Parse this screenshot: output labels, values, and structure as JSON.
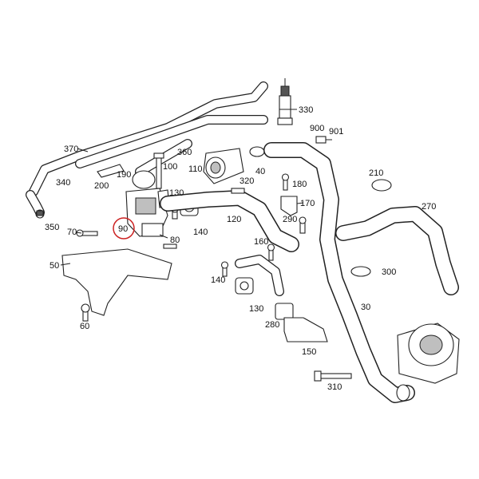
{
  "labels": {
    "p30": "30",
    "p40": "40",
    "p50": "50",
    "p60": "60",
    "p70": "70",
    "p80": "80",
    "p90": "90",
    "p100": "100",
    "p110": "110",
    "p120": "120",
    "p130a": "130",
    "p130b": "130",
    "p140a": "140",
    "p140b": "140",
    "p150": "150",
    "p160": "160",
    "p170": "170",
    "p180": "180",
    "p190": "190",
    "p200": "200",
    "p210": "210",
    "p270": "270",
    "p280": "280",
    "p290": "290",
    "p300": "300",
    "p310": "310",
    "p320": "320",
    "p330": "330",
    "p340": "340",
    "p350": "350",
    "p360": "360",
    "p370": "370",
    "p900": "900",
    "p901": "901"
  },
  "highlight": {
    "color": "#cc2222",
    "target": "90"
  },
  "line_color": "#222222"
}
